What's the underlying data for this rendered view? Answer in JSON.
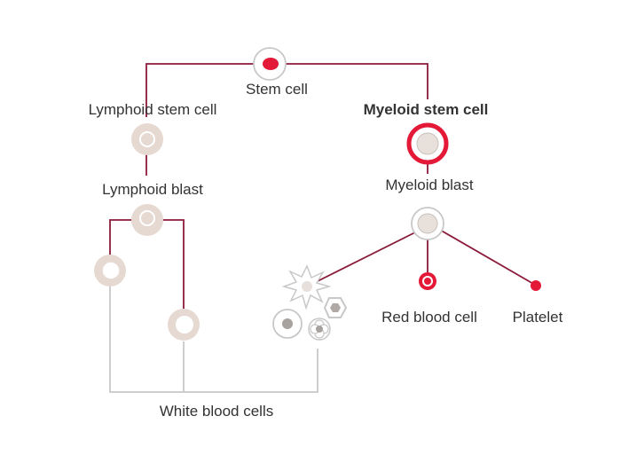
{
  "labels": {
    "stem_cell": "Stem cell",
    "lymphoid_stem_cell": "Lymphoid stem cell",
    "myeloid_stem_cell": "Myeloid stem cell",
    "lymphoid_blast": "Lymphoid blast",
    "myeloid_blast": "Myeloid blast",
    "red_blood_cell": "Red blood cell",
    "platelet": "Platelet",
    "white_blood_cells": "White blood cells"
  },
  "colors": {
    "connector": "#8c1a3a",
    "accent_red": "#e31937",
    "lymphoid_cell": "#e5d9d2",
    "myeloid_cell": "#e8e0db",
    "white_cell_line": "#c8c8c8",
    "text": "#333333"
  },
  "icons": {
    "stem_cell": "stem-cell-icon",
    "lymphoid_stem_cell": "lymphoid-stem-cell-icon",
    "myeloid_stem_cell": "myeloid-stem-cell-icon",
    "lymphoid_blast": "lymphoid-blast-icon",
    "myeloid_blast": "myeloid-blast-icon",
    "red_blood_cell": "red-blood-cell-icon",
    "platelet": "platelet-icon"
  }
}
